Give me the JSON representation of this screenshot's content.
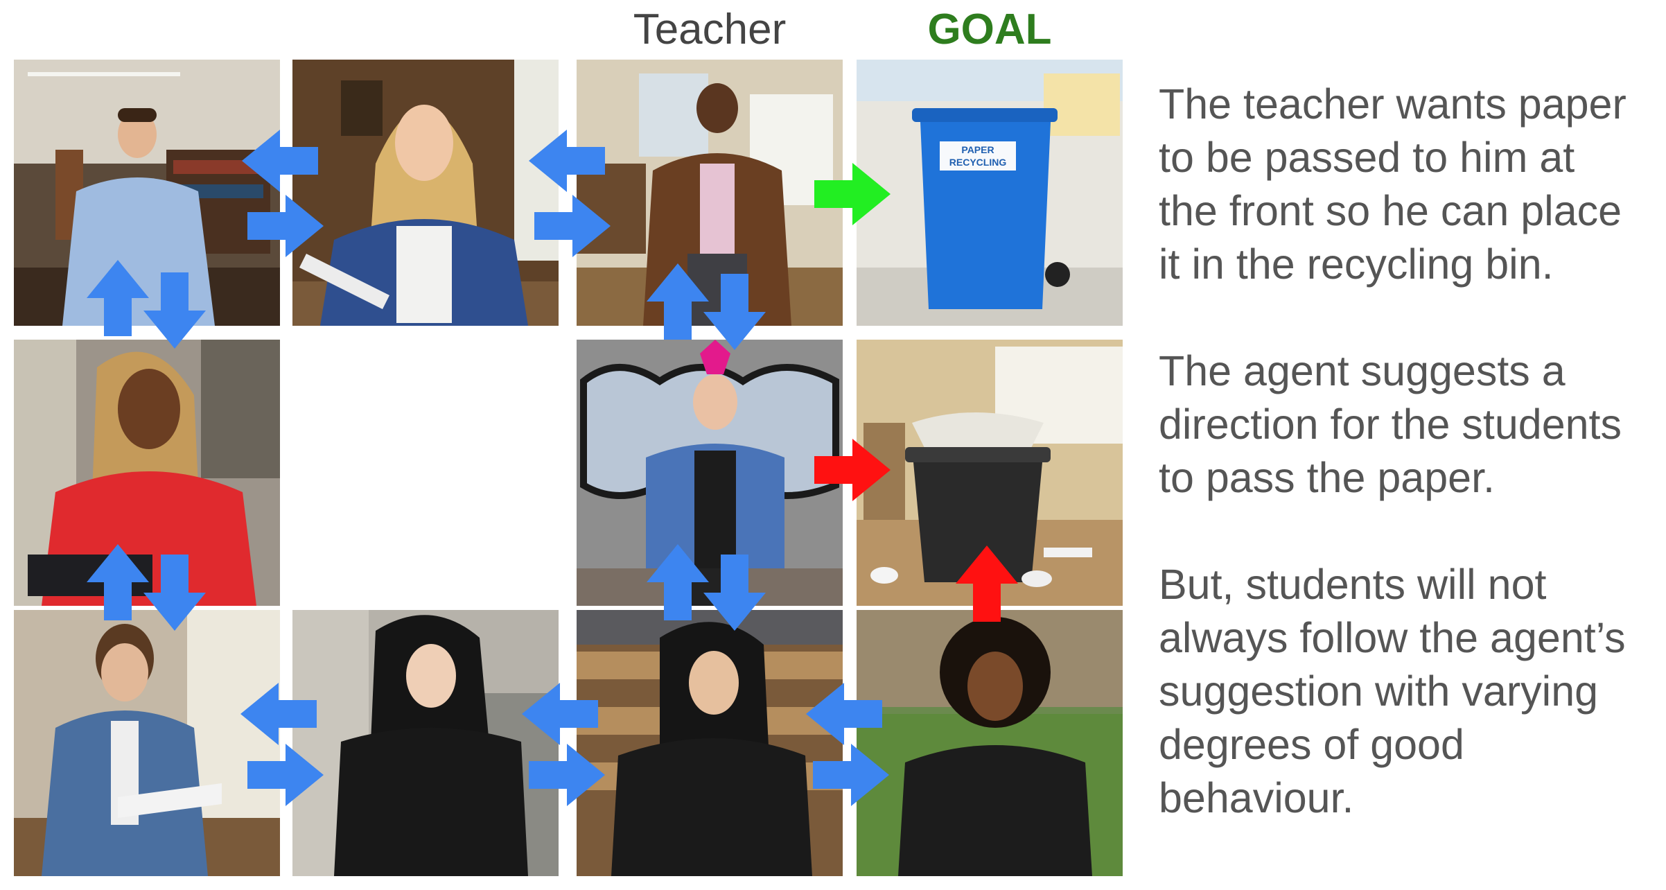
{
  "headers": {
    "teacher": "Teacher",
    "goal": "GOAL"
  },
  "bin_label": {
    "line1": "PAPER",
    "line2": "RECYCLING"
  },
  "description": [
    "The teacher wants paper to be passed to him at the front so he can place it in the recycling bin.",
    "The agent suggests a direction for the students to pass the paper.",
    "But, students will not always follow the agent’s suggestion with varying degrees of good behaviour."
  ],
  "colors": {
    "move_arrow": "#3d85f0",
    "goal_arrow": "#22ee22",
    "bad_arrow": "#ff1111",
    "text": "#555555",
    "goal_header": "#2e7d1e"
  }
}
